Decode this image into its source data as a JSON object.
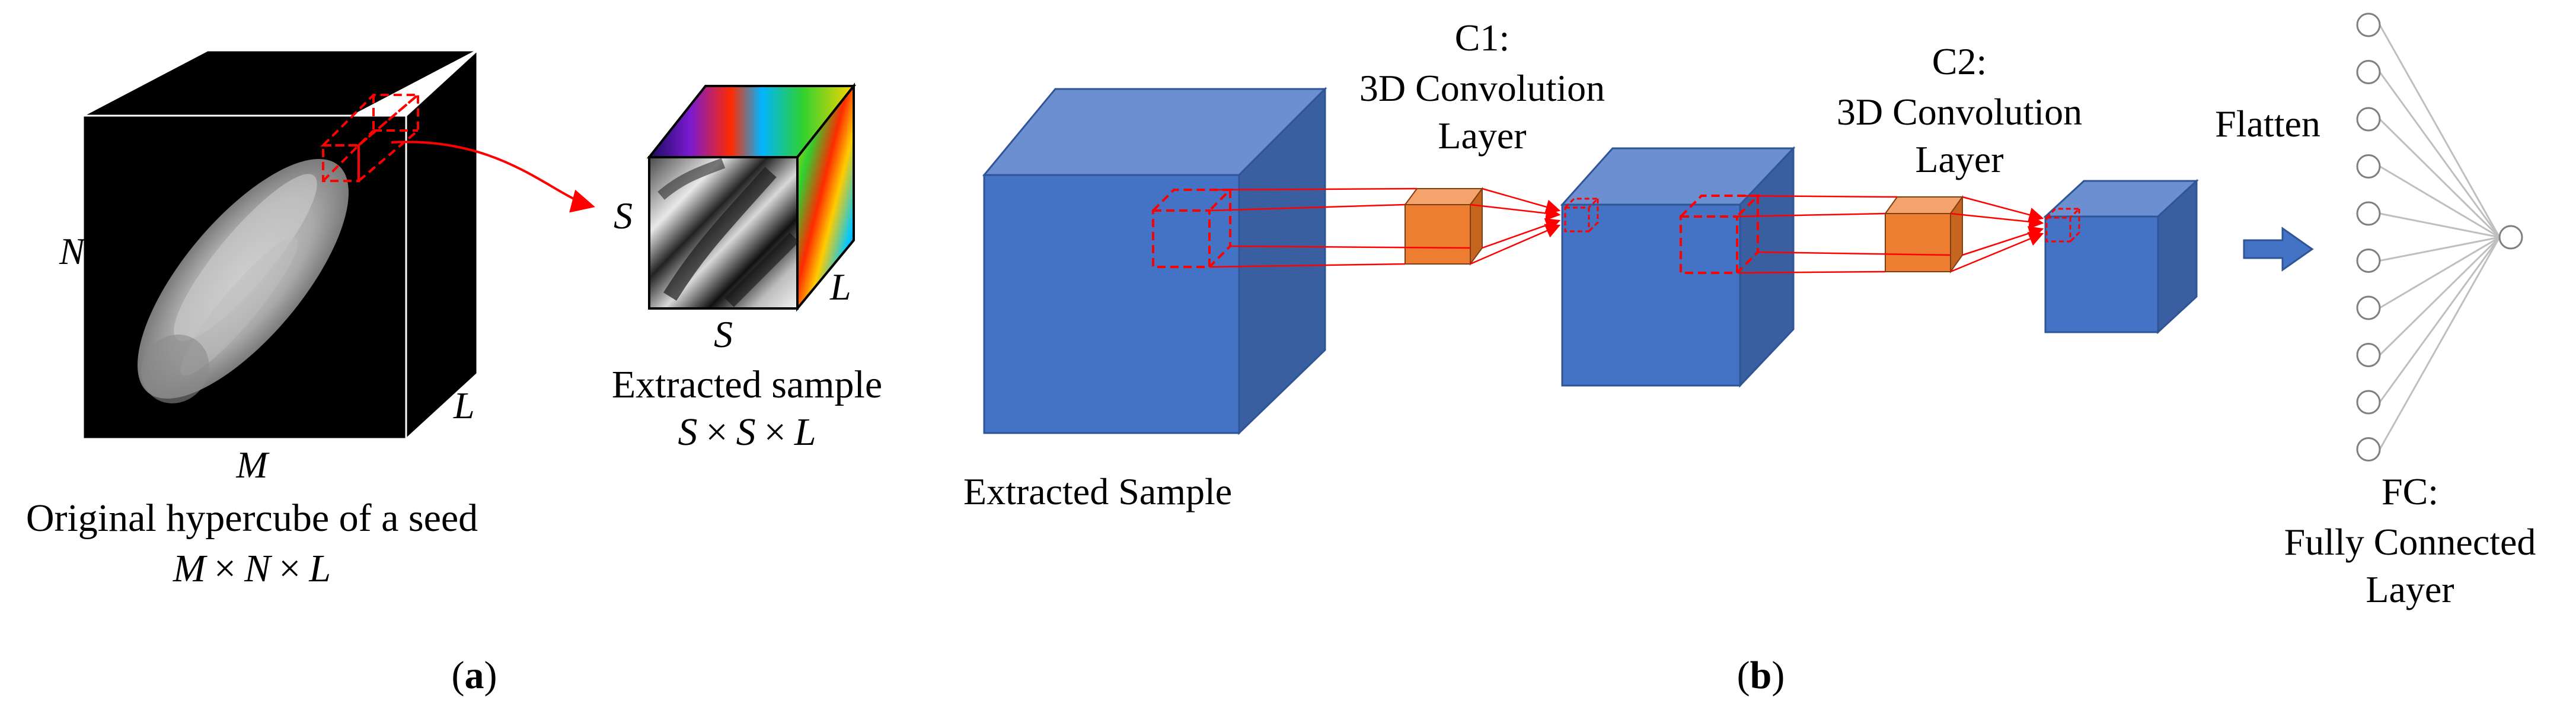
{
  "panel_a": {
    "cube_dims": {
      "n": "N",
      "m": "M",
      "l": "L"
    },
    "caption": {
      "line1": "Original hypercube of a seed",
      "m": "M",
      "times1": "×",
      "n": "N",
      "times2": "×",
      "l": "L"
    },
    "sample_dims": {
      "s_left": "S",
      "s_bottom": "S",
      "l": "L"
    },
    "sample_caption": {
      "line1": "Extracted sample",
      "s1": "S",
      "times1": "×",
      "s2": "S",
      "times2": "×",
      "l": "L"
    },
    "panel_label": {
      "open": "(",
      "letter": "a",
      "close": ")"
    }
  },
  "panel_b": {
    "extracted_sample": "Extracted Sample",
    "c1": {
      "line1": "C1:",
      "line2": "3D Convolution",
      "line3": "Layer"
    },
    "c2": {
      "line1": "C2:",
      "line2": "3D Convolution",
      "line3": "Layer"
    },
    "flatten": "Flatten",
    "fc": {
      "line1": "FC:",
      "line2": "Fully Connected",
      "line3": "Layer"
    },
    "panel_label": {
      "open": "(",
      "letter": "b",
      "close": ")"
    }
  },
  "colors": {
    "cube_blue": "#4472C4",
    "cube_blue_top": "#6B8FD0",
    "cube_blue_side": "#3A5FA0",
    "kernel_orange": "#ED7D31",
    "kernel_orange_top": "#F4A36C",
    "kernel_orange_side": "#C5651F",
    "connection_red": "#FF0000",
    "node_gray": "#7F7F7F"
  }
}
